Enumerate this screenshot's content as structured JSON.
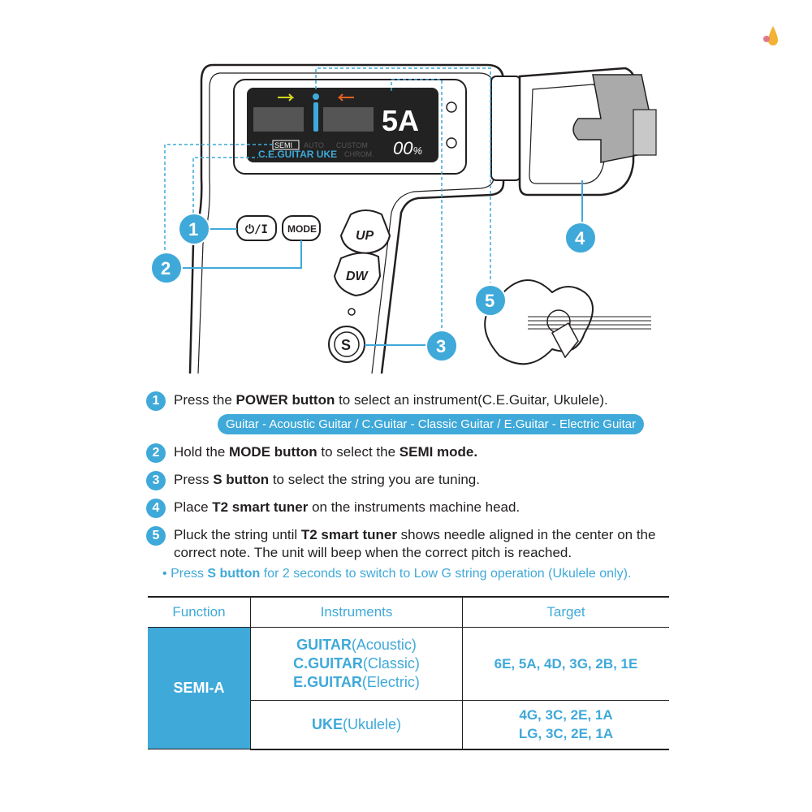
{
  "device": {
    "display_note": "5A",
    "display_cents": "00",
    "display_cents_unit": "%",
    "semi_label": "SEMI",
    "auto_label": "AUTO",
    "custom_label": "CUSTOM",
    "chrom_label": "CHROM.",
    "mode_line": "C.E.GUITAR UKE",
    "power_button": "⏻/I",
    "mode_button": "MODE",
    "up_button": "UP",
    "dw_button": "DW",
    "s_button": "S",
    "callouts": [
      "1",
      "2",
      "3",
      "4",
      "5"
    ]
  },
  "steps": [
    {
      "num": "1",
      "pre": "Press the ",
      "bold": "POWER button",
      "post": " to select an instrument(C.E.Guitar, Ukulele)."
    },
    {
      "num": "2",
      "pre": "Hold the ",
      "bold": "MODE button",
      "mid": " to select the ",
      "bold2": "SEMI mode.",
      "post": ""
    },
    {
      "num": "3",
      "pre": "Press ",
      "bold": "S button",
      "post": " to select the string you are tuning."
    },
    {
      "num": "4",
      "pre": "Place ",
      "bold": "T2 smart tuner",
      "post": " on the instruments machine head."
    },
    {
      "num": "5",
      "pre": "Pluck the string until ",
      "bold": "T2 smart tuner",
      "post": " shows needle aligned in the center on the",
      "line2": "correct note. The unit will beep when the correct pitch is reached."
    }
  ],
  "pill_text": "Guitar - Acoustic Guitar / C.Guitar - Classic Guitar / E.Guitar - Electric Guitar",
  "note": {
    "bullet": "•",
    "pre": "Press ",
    "bold": "S button",
    "post": " for 2 seconds to switch to Low G string operation (Ukulele only)."
  },
  "table": {
    "headers": [
      "Function",
      "Instruments",
      "Target"
    ],
    "function": "SEMI-A",
    "rows": [
      {
        "instruments": [
          {
            "bold": "GUITAR",
            "rest": "(Acoustic)"
          },
          {
            "bold": "C.GUITAR",
            "rest": "(Classic)"
          },
          {
            "bold": "E.GUITAR",
            "rest": "(Electric)"
          }
        ],
        "target": [
          "6E, 5A, 4D, 3G, 2B, 1E"
        ]
      },
      {
        "instruments": [
          {
            "bold": "UKE",
            "rest": "(Ukulele)"
          }
        ],
        "target": [
          "4G, 3C, 2E, 1A",
          "LG, 3C, 2E, 1A"
        ]
      }
    ]
  },
  "colors": {
    "accent": "#3fa9d9",
    "text": "#231f20",
    "display_bg": "#222222"
  }
}
